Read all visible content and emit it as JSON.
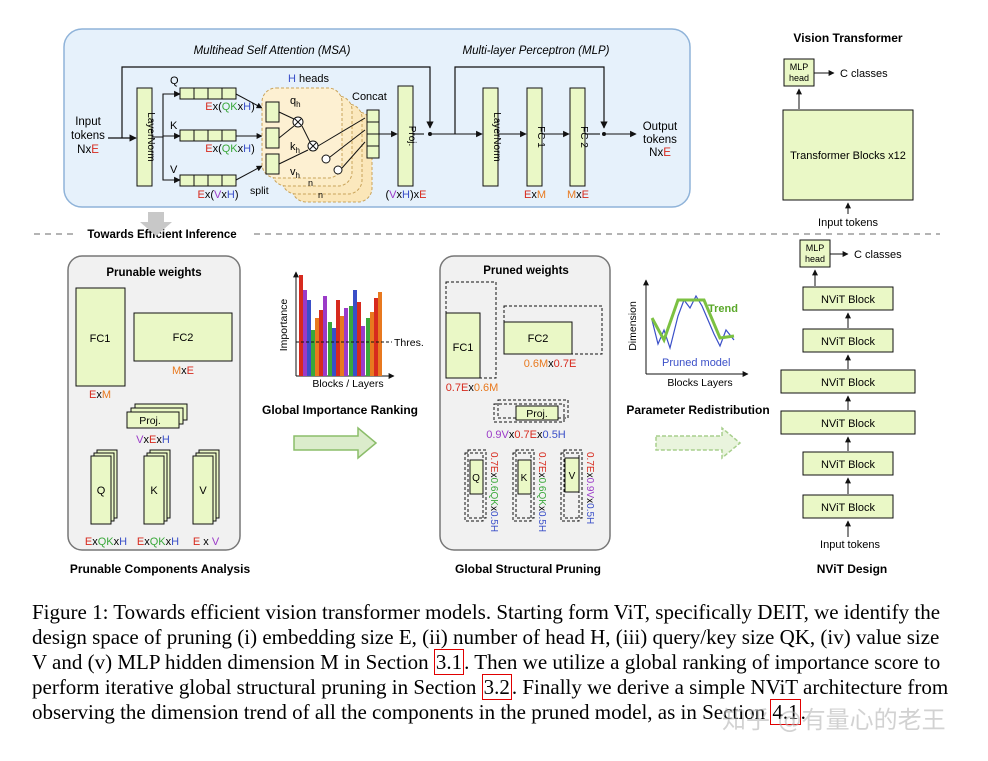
{
  "msa": {
    "title": "Multihead Self Attention (MSA)",
    "input_l1": "Input",
    "input_l2": "tokens",
    "input_dim_n": "N",
    "input_dim_x": "x",
    "input_dim_e": "E",
    "layernorm": "LayerNorm",
    "q": "Q",
    "k": "K",
    "v": "V",
    "dim_q": [
      "E",
      "x(",
      "QK",
      "x",
      "H",
      ")"
    ],
    "dim_k": [
      "E",
      "x(",
      "QK",
      "x",
      "H",
      ")"
    ],
    "dim_v": [
      "E",
      "x(",
      "V",
      "x",
      "H",
      ")"
    ],
    "h_heads": [
      "H",
      " heads"
    ],
    "qh": "q",
    "kh": "k",
    "vh": "v",
    "sub": "h",
    "split": "split",
    "concat": "Concat",
    "n": "n",
    "proj": "Proj.",
    "proj_dim": [
      "(",
      "V",
      "x",
      "H",
      ")x",
      "E"
    ]
  },
  "mlp": {
    "title": "Multi-layer Perceptron (MLP)",
    "layernorm": "LayerNorm",
    "fc1": "FC 1",
    "fc2": "FC 2",
    "fc1_dim": [
      "E",
      "x",
      "M"
    ],
    "fc2_dim": [
      "M",
      "x",
      "E"
    ],
    "out_l1": "Output",
    "out_l2": "tokens",
    "out_dim": [
      "N",
      "x",
      "E"
    ]
  },
  "vit": {
    "title": "Vision Transformer",
    "mlp_head_l1": "MLP",
    "mlp_head_l2": "head",
    "classes": "C classes",
    "blocks": "Transformer Blocks x12",
    "input": "Input tokens"
  },
  "divider_label": "Towards Efficient Inference",
  "prunable": {
    "title": "Prunable weights",
    "fc1": "FC1",
    "fc2": "FC2",
    "fc1_dim": [
      "E",
      "x",
      "M"
    ],
    "fc2_dim": [
      "M",
      "x",
      "E"
    ],
    "proj": "Proj.",
    "proj_dim": [
      "V",
      "x",
      "E",
      "x",
      "H"
    ],
    "q": "Q",
    "k": "K",
    "v": "V",
    "q_dim": [
      "E",
      "x",
      "QK",
      "x",
      "H"
    ],
    "k_dim": [
      "E",
      "x",
      "QK",
      "x",
      "H"
    ],
    "v_dim": [
      "E",
      " x ",
      "V"
    ],
    "caption": "Prunable Components Analysis"
  },
  "ranking": {
    "ylabel": "Importance",
    "xlabel": "Blocks / Layers",
    "thres": "Thres.",
    "caption": "Global Importance Ranking"
  },
  "pruned": {
    "title": "Pruned weights",
    "fc1": "FC1",
    "fc2": "FC2",
    "fc1_dim": [
      "0.7E",
      "x",
      "0.6M"
    ],
    "fc2_dim": [
      "0.6M",
      "x",
      "0.7E"
    ],
    "proj": "Proj.",
    "proj_dim": [
      "0.9V",
      "x",
      "0.7E",
      "x",
      "0.5H"
    ],
    "q": "Q",
    "k": "K",
    "v": "V",
    "q_dim": [
      "0.7E",
      "x",
      "0.6QK",
      "x",
      "0.5H"
    ],
    "k_dim": [
      "0.7E",
      "x",
      "0.6QK",
      "x",
      "0.5H"
    ],
    "v_dim": [
      "0.7E",
      "x",
      "0.9V",
      "x",
      "0.5H"
    ],
    "caption": "Global Structural Pruning"
  },
  "redistribution": {
    "ylabel": "Dimension",
    "xlabel": "Blocks Layers",
    "trend": "Trend",
    "pruned_model": "Pruned model",
    "caption": "Parameter Redistribution"
  },
  "nvit": {
    "mlp_head_l1": "MLP",
    "mlp_head_l2": "head",
    "classes": "C classes",
    "blocks": [
      "NViT Block",
      "NViT Block",
      "NViT Block",
      "NViT Block",
      "NViT Block",
      "NViT Block"
    ],
    "input": "Input tokens",
    "caption": "NViT Design"
  },
  "figure_caption": {
    "p1": "Figure 1: Towards efficient vision transformer models. Starting form ViT, specifically DEIT, we identify the design space of pruning (i) embedding size E, (ii) number of head H, (iii) query/key size QK, (iv) value size V and (v) MLP hidden dimension M in Section ",
    "ref1": "3.1",
    "p2": ". Then we utilize a global ranking of importance score to perform iterative global structural pruning in Section ",
    "ref2": "3.2",
    "p3": ". Finally we derive a simple NViT architecture from observing the dimension trend of all the components in the pruned model, as in Section ",
    "ref3": "4.1",
    "p4": "."
  },
  "watermark": "知乎 @有量心的老王",
  "colors": {
    "panel_blue": "#e6f1fb",
    "box_green": "#eaf8c6",
    "panel_gray": "#f1f1f1",
    "red": "#d72a1e",
    "orange": "#e8791f",
    "blue": "#3a4fc8",
    "green": "#3aa83a",
    "purple": "#9b3bc8",
    "trend_green": "#7cc142"
  }
}
